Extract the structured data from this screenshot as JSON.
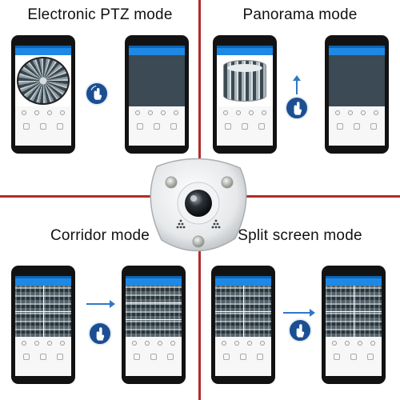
{
  "modes": {
    "ptz": {
      "title": "Electronic PTZ mode"
    },
    "panorama": {
      "title": "Panorama mode"
    },
    "corridor": {
      "title": "Corridor mode"
    },
    "split": {
      "title": "Split screen mode"
    }
  },
  "colors": {
    "divider": "#b22a2a",
    "app_blue": "#1e88e5",
    "gesture_badge": "#1b4f91",
    "arrow": "#2f78c8"
  },
  "icons": {
    "gesture": "hand-swipe-icon",
    "camera": "fisheye-camera-icon"
  }
}
